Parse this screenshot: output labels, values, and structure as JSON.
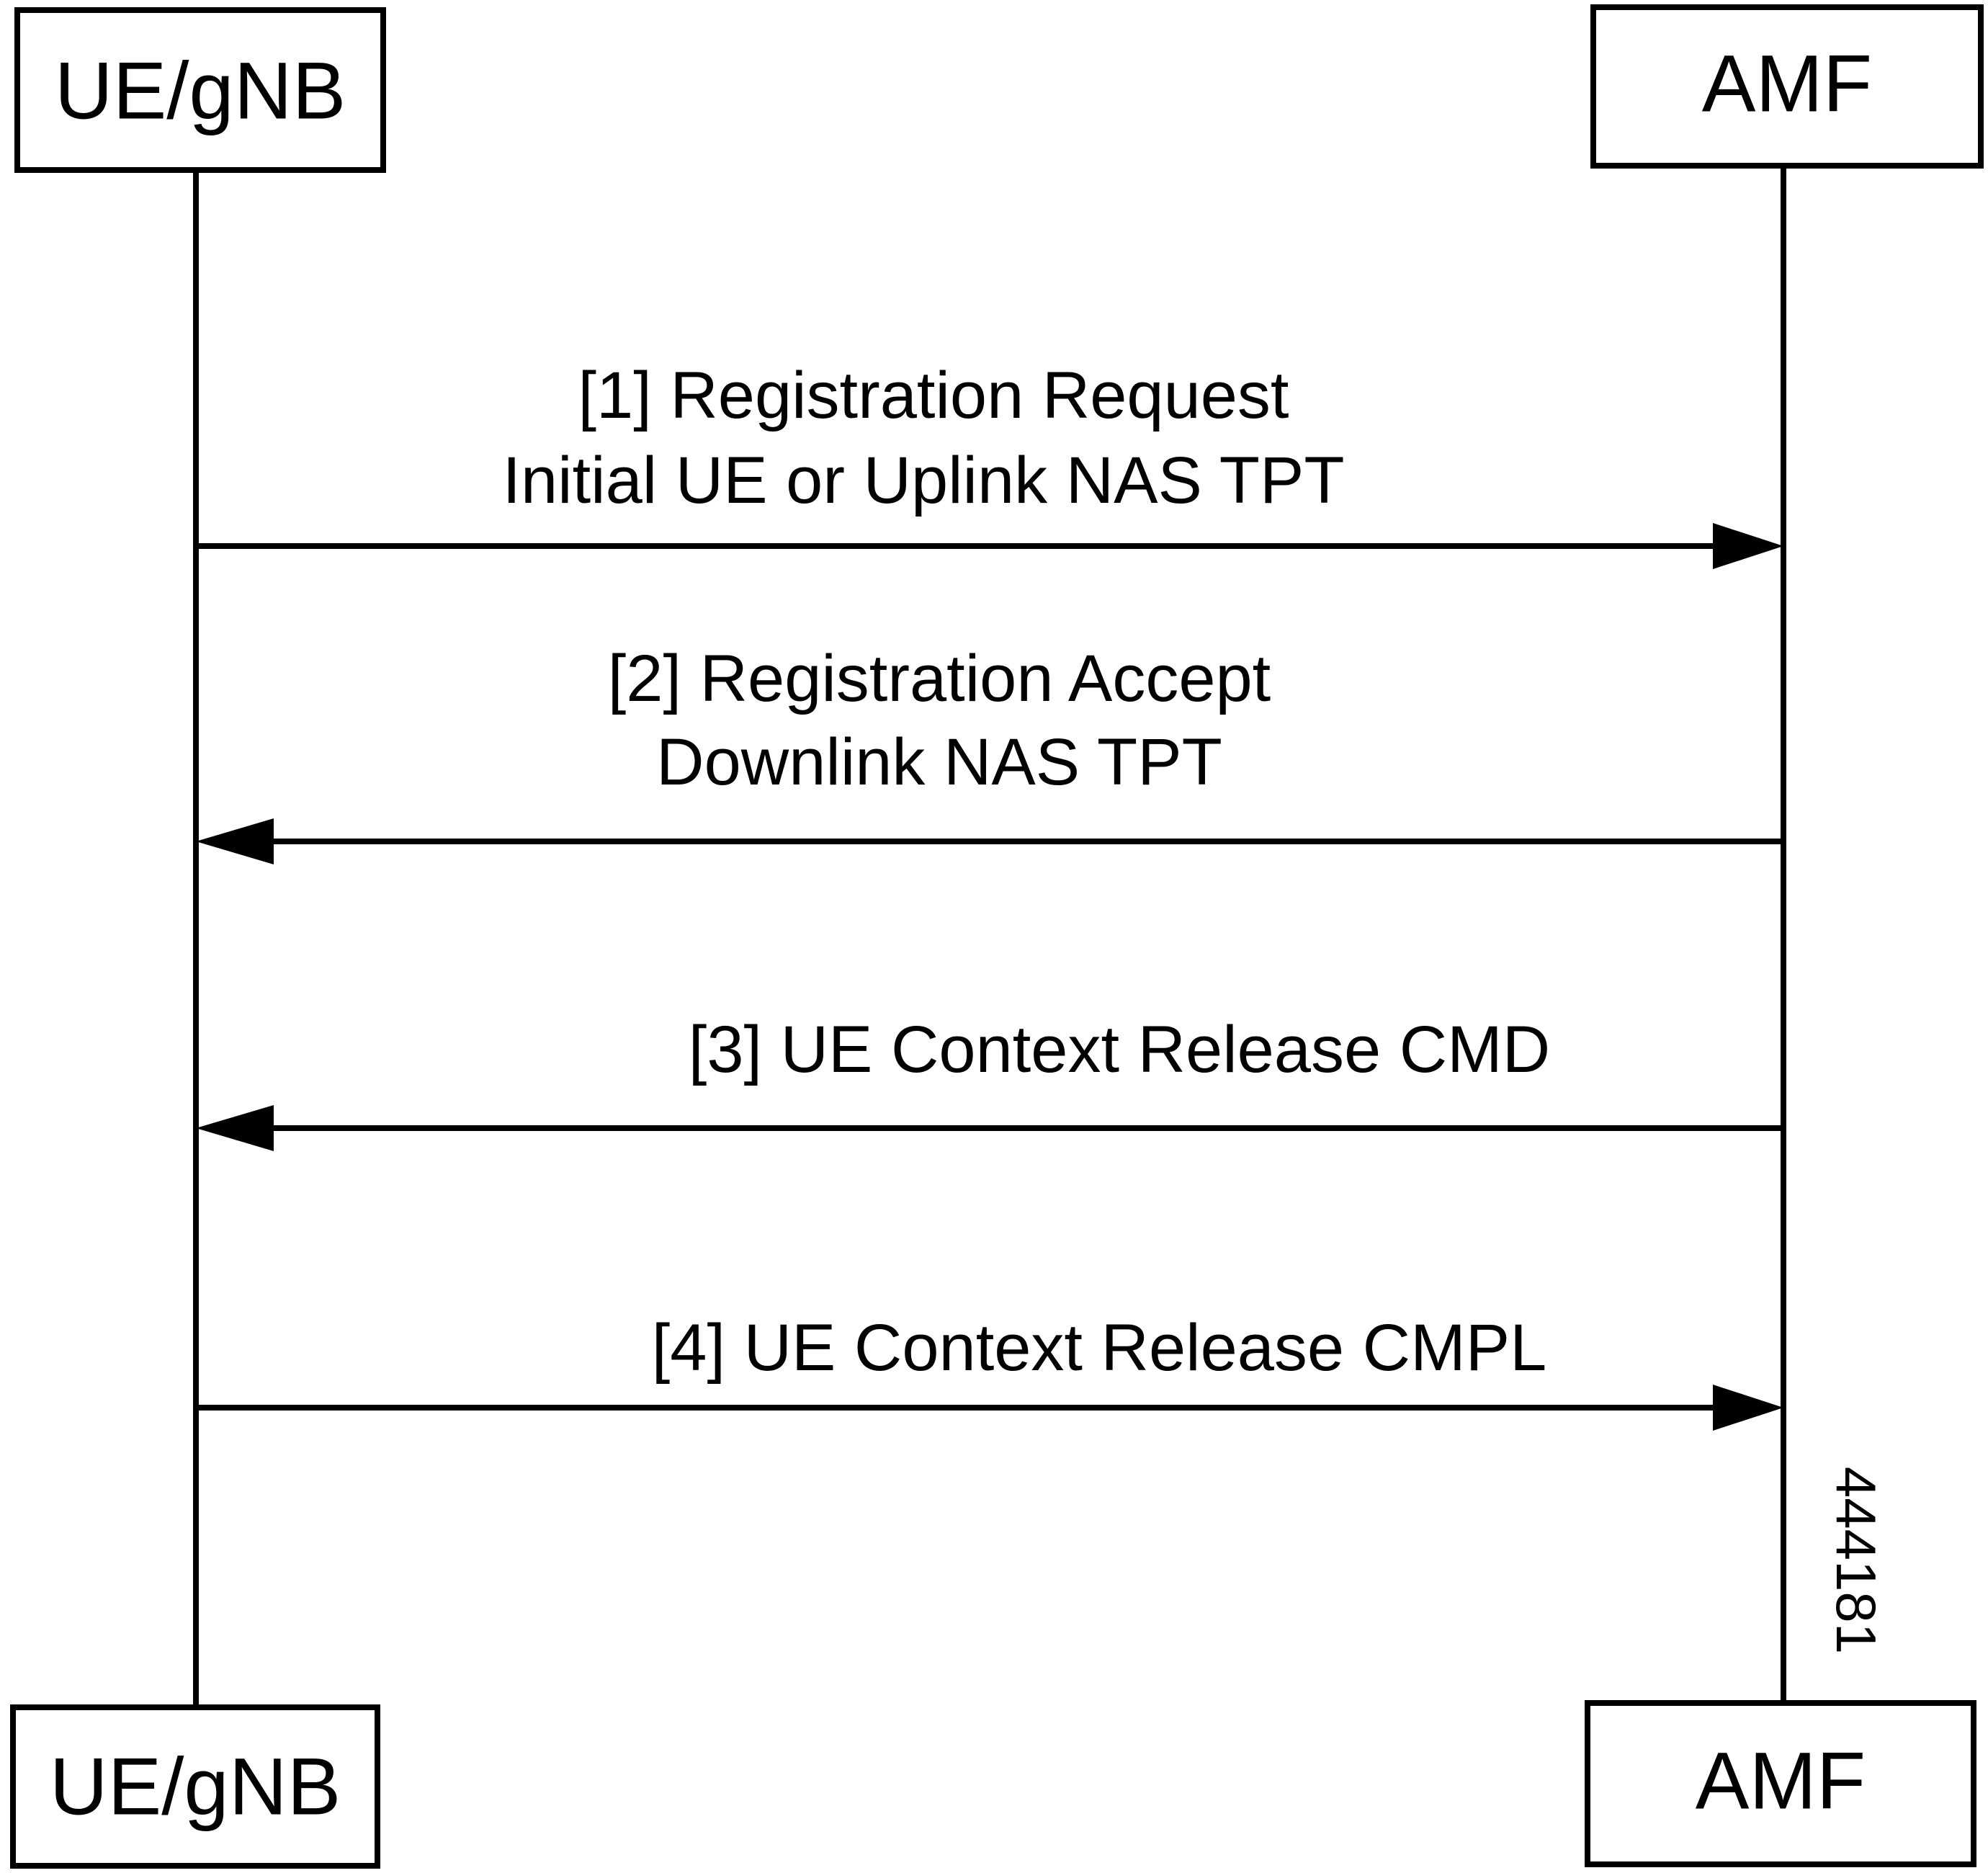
{
  "participants": {
    "left": {
      "top_label": "UE/gNB",
      "bottom_label": "UE/gNB"
    },
    "right": {
      "top_label": "AMF",
      "bottom_label": "AMF"
    }
  },
  "messages": [
    {
      "line1": "[1] Registration Request",
      "line2": "Initial UE or Uplink NAS TPT",
      "direction": "to-right"
    },
    {
      "line1": "[2] Registration Accept",
      "line2": "Downlink NAS TPT",
      "direction": "to-left"
    },
    {
      "line1": "[3] UE Context Release CMD",
      "line2": "",
      "direction": "to-left"
    },
    {
      "line1": "[4] UE Context Release CMPL",
      "line2": "",
      "direction": "to-right"
    }
  ],
  "figure_id": "444181"
}
